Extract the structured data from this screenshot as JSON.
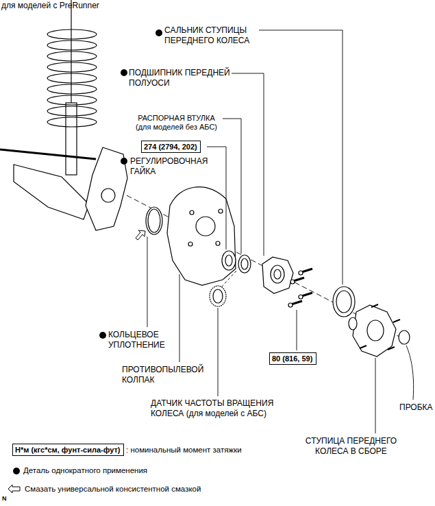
{
  "diagram": {
    "title": "для моделей с PreRunner",
    "nodes": [
      {
        "text": [
          "274 (2794, 202)"
        ]
      },
      {
        "text": [
          "80 (816, 59)"
        ]
      },
      {
        "text": [
          "Н*м (кгс*см, фунт-сила-фут)"
        ]
      }
    ],
    "labels": [
      "САЛЬНИК СТУПИЦЫ ПЕРЕДНЕГО КОЛЕСА",
      "ПОДШИПНИК ПЕРЕДНЕЙ ПОЛУОСИ",
      "РАСПОРНАЯ ВТУЛКА (для моделей без АБС)",
      "РЕГУЛИРОВОЧНАЯ ГАЙКА",
      "КОЛЬЦЕВОЕ УПЛОТНЕНИЕ",
      "ПРОТИВОПЫЛЕВОЙ КОЛПАК",
      "ДАТЧИК ЧАСТОТЫ ВРАЩЕНИЯ КОЛЕСА (для моделей с АБС)",
      "ПРОБКА",
      "СТУПИЦА ПЕРЕДНЕГО КОЛЕСА В СБОРЕ",
      "N"
    ],
    "legend": [
      {
        "text": ": номинальный момент затяжки"
      },
      {
        "text": "Деталь однократного применения"
      },
      {
        "text": "Смазать универсальной консистентной смазкой"
      }
    ]
  }
}
